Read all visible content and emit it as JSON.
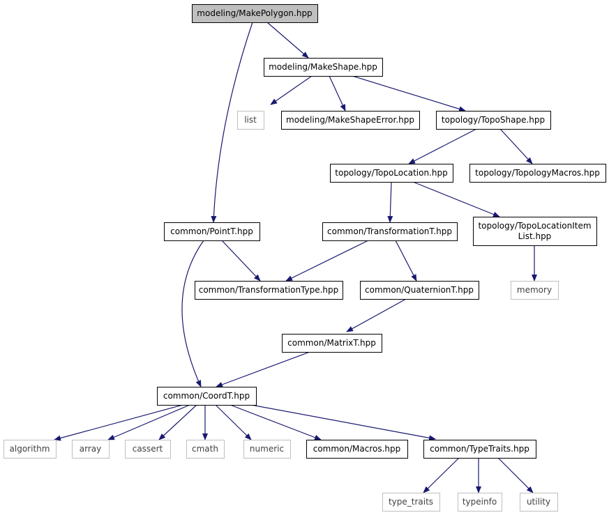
{
  "colors": {
    "edge": "#191970",
    "root_fill": "#bfbfbf",
    "doc_border": "#000000",
    "ext_border": "#bfbfbf",
    "doc_text": "#000000",
    "ext_text": "#404040"
  },
  "nodes": [
    {
      "id": "makepolygon",
      "label": "modeling/MakePolygon.hpp",
      "kind": "root"
    },
    {
      "id": "makeshape",
      "label": "modeling/MakeShape.hpp",
      "kind": "doc"
    },
    {
      "id": "list",
      "label": "list",
      "kind": "ext"
    },
    {
      "id": "makeshapeerror",
      "label": "modeling/MakeShapeError.hpp",
      "kind": "doc"
    },
    {
      "id": "toposhape",
      "label": "topology/TopoShape.hpp",
      "kind": "doc"
    },
    {
      "id": "topolocation",
      "label": "topology/TopoLocation.hpp",
      "kind": "doc"
    },
    {
      "id": "topologymacros",
      "label": "topology/TopologyMacros.hpp",
      "kind": "doc"
    },
    {
      "id": "pointt",
      "label": "common/PointT.hpp",
      "kind": "doc"
    },
    {
      "id": "transformationt",
      "label": "common/TransformationT.hpp",
      "kind": "doc"
    },
    {
      "id": "topolocationitemlist",
      "label": [
        "topology/TopoLocationItem",
        "List.hpp"
      ],
      "kind": "doc"
    },
    {
      "id": "transformationtype",
      "label": "common/TransformationType.hpp",
      "kind": "doc"
    },
    {
      "id": "quaterniont",
      "label": "common/QuaternionT.hpp",
      "kind": "doc"
    },
    {
      "id": "memory",
      "label": "memory",
      "kind": "ext"
    },
    {
      "id": "matrixt",
      "label": "common/MatrixT.hpp",
      "kind": "doc"
    },
    {
      "id": "coordt",
      "label": "common/CoordT.hpp",
      "kind": "doc"
    },
    {
      "id": "algorithm",
      "label": "algorithm",
      "kind": "ext"
    },
    {
      "id": "array",
      "label": "array",
      "kind": "ext"
    },
    {
      "id": "cassert",
      "label": "cassert",
      "kind": "ext"
    },
    {
      "id": "cmath",
      "label": "cmath",
      "kind": "ext"
    },
    {
      "id": "numeric",
      "label": "numeric",
      "kind": "ext"
    },
    {
      "id": "macros",
      "label": "common/Macros.hpp",
      "kind": "doc"
    },
    {
      "id": "typetraits",
      "label": "common/TypeTraits.hpp",
      "kind": "doc"
    },
    {
      "id": "type_traits",
      "label": "type_traits",
      "kind": "ext"
    },
    {
      "id": "typeinfo",
      "label": "typeinfo",
      "kind": "ext"
    },
    {
      "id": "utility",
      "label": "utility",
      "kind": "ext"
    }
  ],
  "edges": [
    {
      "from": "makepolygon",
      "to": "makeshape"
    },
    {
      "from": "makepolygon",
      "to": "pointt"
    },
    {
      "from": "makeshape",
      "to": "list"
    },
    {
      "from": "makeshape",
      "to": "makeshapeerror"
    },
    {
      "from": "makeshape",
      "to": "toposhape"
    },
    {
      "from": "toposhape",
      "to": "topolocation"
    },
    {
      "from": "toposhape",
      "to": "topologymacros"
    },
    {
      "from": "topolocation",
      "to": "transformationt"
    },
    {
      "from": "topolocation",
      "to": "topolocationitemlist"
    },
    {
      "from": "topolocationitemlist",
      "to": "memory"
    },
    {
      "from": "pointt",
      "to": "transformationtype"
    },
    {
      "from": "pointt",
      "to": "coordt"
    },
    {
      "from": "transformationt",
      "to": "transformationtype"
    },
    {
      "from": "transformationt",
      "to": "quaterniont"
    },
    {
      "from": "quaterniont",
      "to": "matrixt"
    },
    {
      "from": "matrixt",
      "to": "coordt"
    },
    {
      "from": "coordt",
      "to": "algorithm"
    },
    {
      "from": "coordt",
      "to": "array"
    },
    {
      "from": "coordt",
      "to": "cassert"
    },
    {
      "from": "coordt",
      "to": "cmath"
    },
    {
      "from": "coordt",
      "to": "numeric"
    },
    {
      "from": "coordt",
      "to": "macros"
    },
    {
      "from": "coordt",
      "to": "typetraits"
    },
    {
      "from": "typetraits",
      "to": "type_traits"
    },
    {
      "from": "typetraits",
      "to": "typeinfo"
    },
    {
      "from": "typetraits",
      "to": "utility"
    }
  ]
}
